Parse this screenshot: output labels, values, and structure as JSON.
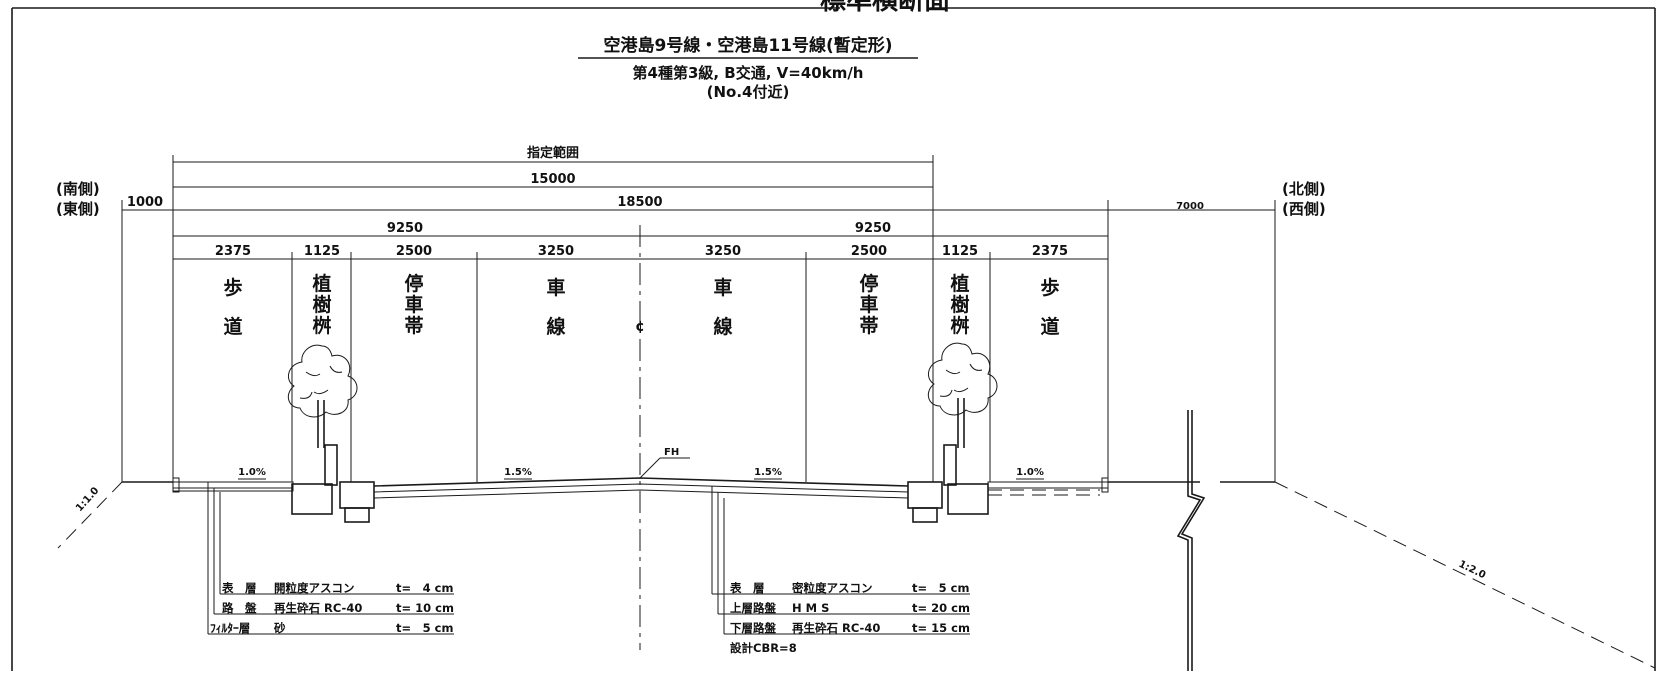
{
  "drawing": {
    "top_partial_title": "標準横断面",
    "title_line1": "空港島9号線・空港島11号線(暫定形)",
    "title_line2": "第4種第3級, B交通, V=40km/h",
    "title_line3": "(No.4付近)"
  },
  "sides": {
    "left_1": "(南側)",
    "left_2": "(東側)",
    "right_1": "(北側)",
    "right_2": "(西側)"
  },
  "dimensions": {
    "designated_range_label": "指定範囲",
    "width_15000": "15000",
    "width_18500": "18500",
    "offset_left": "1000",
    "offset_right": "7000",
    "half_left": "9250",
    "half_right": "9250",
    "segments_left": [
      "2375",
      "1125",
      "2500",
      "3250"
    ],
    "segments_right": [
      "3250",
      "2500",
      "1125",
      "2375"
    ]
  },
  "zones": {
    "sidewalk": [
      "歩",
      "道"
    ],
    "planting": [
      "植",
      "樹",
      "桝"
    ],
    "parking": [
      "停",
      "車",
      "帯"
    ],
    "lane": [
      "車",
      "線"
    ],
    "centerline": "¢"
  },
  "slopes": {
    "left_sidewalk": "1.0%",
    "left_lane": "1.5%",
    "right_lane": "1.5%",
    "right_sidewalk": "1.0%",
    "left_embankment": "1:1.0",
    "right_embankment": "1:2.0",
    "fh": "FH"
  },
  "pavement_left": [
    {
      "layer": "表　層",
      "material": "開粒度アスコン",
      "t": "t=　4 cm"
    },
    {
      "layer": "路　盤",
      "material": "再生砕石 RC-40",
      "t": "t= 10 cm"
    },
    {
      "layer": "ﾌｨﾙﾀｰ層",
      "material": "砂",
      "t": "t=　5 cm"
    }
  ],
  "pavement_right": [
    {
      "layer": "表　層",
      "material": "密粒度アスコン",
      "t": "t=　5 cm"
    },
    {
      "layer": "上層路盤",
      "material": "H M S",
      "t": "t= 20 cm"
    },
    {
      "layer": "下層路盤",
      "material": "再生砕石 RC-40",
      "t": "t= 15 cm"
    }
  ],
  "cbr_note": "設計CBR=8"
}
